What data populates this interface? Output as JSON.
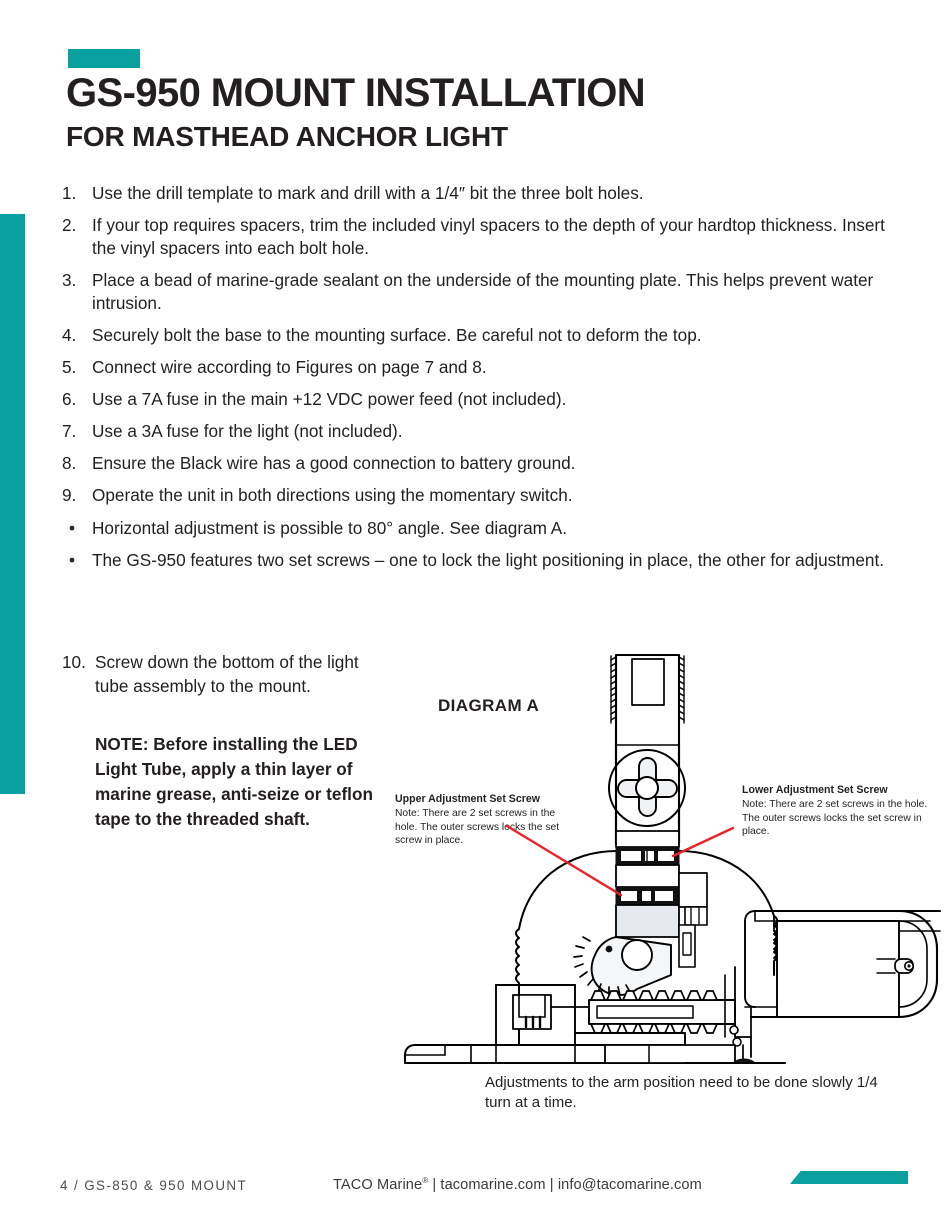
{
  "colors": {
    "accent_teal": "#0aa0a0",
    "text_dark": "#231f20",
    "arrow_red": "#e8232a"
  },
  "header": {
    "title": "GS-950 MOUNT INSTALLATION",
    "subtitle": "FOR MASTHEAD ANCHOR LIGHT"
  },
  "steps": [
    {
      "marker": "1.",
      "type": "number",
      "text": "Use the drill template to mark and drill with a 1/4″ bit the three bolt holes."
    },
    {
      "marker": "2.",
      "type": "number",
      "text": "If your top requires spacers, trim the included vinyl spacers to the depth of your hardtop thickness. Insert the vinyl spacers into each bolt hole."
    },
    {
      "marker": "3.",
      "type": "number",
      "text": "Place a bead of marine-grade sealant on the underside of the mounting plate. This helps prevent water intrusion."
    },
    {
      "marker": "4.",
      "type": "number",
      "text": "Securely bolt the base to the mounting surface. Be careful not to deform the top."
    },
    {
      "marker": "5.",
      "type": "number",
      "text": "Connect wire according to Figures on page 7 and 8."
    },
    {
      "marker": "6.",
      "type": "number",
      "text": "Use a 7A fuse in the main +12 VDC power feed (not included)."
    },
    {
      "marker": "7.",
      "type": "number",
      "text": "Use a 3A fuse for the light (not included)."
    },
    {
      "marker": "8.",
      "type": "number",
      "text": "Ensure the Black wire has a good connection to battery ground."
    },
    {
      "marker": "9.",
      "type": "number",
      "text": "Operate the unit in both directions using the momentary switch."
    },
    {
      "marker": "•",
      "type": "bullet",
      "text": "Horizontal adjustment is possible to 80° angle. See diagram A."
    },
    {
      "marker": "•",
      "type": "bullet",
      "text": "The GS-950 features two set screws – one to lock the light positioning in place, the other for adjustment."
    }
  ],
  "lower_left": {
    "step10_marker": "10.",
    "step10_text": "Screw down the bottom of the light tube assembly to the mount.",
    "note_text": "NOTE: Before installing the LED Light Tube, apply a thin layer of marine grease, anti-seize or teflon tape to the threaded shaft."
  },
  "diagram": {
    "title": "DIAGRAM A",
    "callout_upper": {
      "heading": "Upper Adjustment Set Screw",
      "note": "Note: There are 2 set screws in the hole. The outer screws locks the set screw in place."
    },
    "callout_lower": {
      "heading": "Lower Adjustment Set Screw",
      "note": "Note: There are 2 set screws in the hole. The outer screws locks the set screw in place."
    },
    "caption": "Adjustments to the arm position need to be done slowly 1/4 turn at a time."
  },
  "footer": {
    "page_label": "4 / GS-850 & 950 MOUNT",
    "brand": "TACO Marine",
    "registered_mark": "®",
    "contact": " | tacomarine.com | info@tacomarine.com"
  }
}
